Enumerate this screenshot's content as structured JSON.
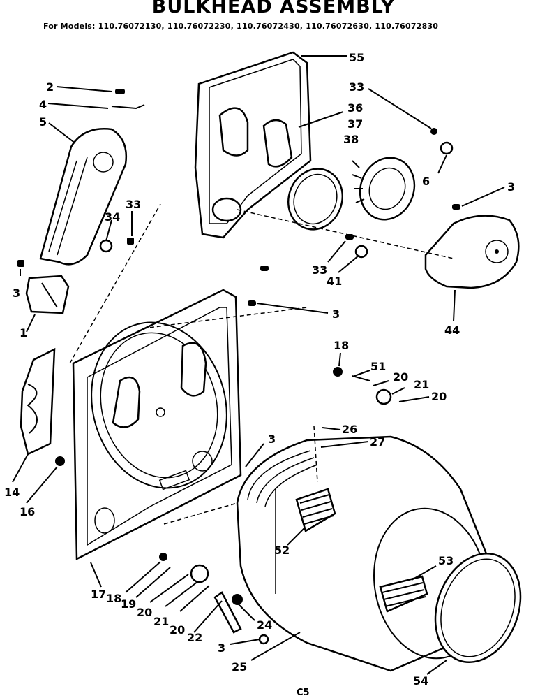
{
  "title": "BULKHEAD ASSEMBLY",
  "models": "For Models: 110.76072130, 110.76072230, 110.76072430, 110.76072630, 110.76072830",
  "footer": "C5",
  "callouts": [
    "55",
    "33",
    "36",
    "37",
    "38",
    "2",
    "4",
    "5",
    "3",
    "33",
    "34",
    "3",
    "1",
    "6",
    "33",
    "41",
    "44",
    "3",
    "18",
    "51",
    "20",
    "21",
    "20",
    "14",
    "16",
    "3",
    "26",
    "27",
    "52",
    "53",
    "17",
    "18",
    "19",
    "20",
    "21",
    "20",
    "22",
    "24",
    "3",
    "25",
    "54"
  ]
}
